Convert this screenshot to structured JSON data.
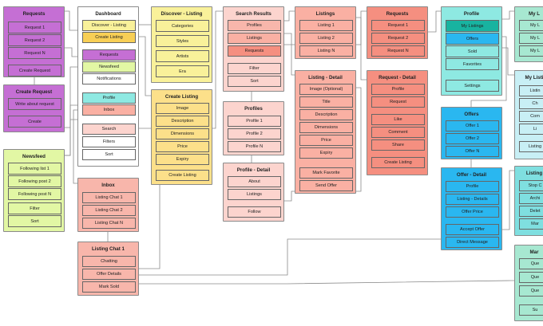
{
  "colors": {
    "purple": "#c56fd4",
    "yellow": "#f9f19a",
    "white": "#ffffff",
    "orange": "#fce08a",
    "orange_hi": "#f8cf55",
    "pink": "#fcd4ce",
    "pink_mid": "#f8b6ab",
    "coral": "#f58f80",
    "salmon": "#fab0a3",
    "teal": "#8ee9e2",
    "teal_dark": "#18b3a0",
    "blue": "#2ab7f0",
    "lime": "#e2f7a4",
    "mint": "#a7e8d1",
    "cyan": "#7fdfe0",
    "lightblue": "#c8eff5",
    "wire": "#8a8a8a"
  },
  "cards": {
    "requests_purple": {
      "title": "Requests",
      "items": [
        "Request 1",
        "Request 2",
        "Request N",
        "Create Request"
      ]
    },
    "create_request": {
      "title": "Create Request",
      "items": [
        "Write about request",
        "Create"
      ]
    },
    "newsfeed": {
      "title": "Newsfeed",
      "items": [
        "Following list 1",
        "Following post 2",
        "Following post N",
        "Filter",
        "Sort"
      ]
    },
    "dashboard": {
      "title": "Dashboard",
      "items": [
        "Discover - Listing",
        "Create Listing",
        "Requests",
        "Newsfeed",
        "Notifications",
        "Profile",
        "Inbox",
        "Search",
        "Filters",
        "Sort"
      ]
    },
    "inbox": {
      "title": "Inbox",
      "items": [
        "Listing Chat 1",
        "Listing Chat 2",
        "Listing Chat N"
      ]
    },
    "listing_chat_1": {
      "title": "Listing Chat 1",
      "items": [
        "Chatting",
        "Offer Details",
        "Mark Sold"
      ]
    },
    "discover_listing": {
      "title": "Discover - Listing",
      "items": [
        "Categories",
        "Styles",
        "Artists",
        "Era"
      ]
    },
    "create_listing": {
      "title": "Create Listing",
      "items": [
        "Image",
        "Description",
        "Dimensions",
        "Price",
        "Expiry",
        "Create Listing"
      ]
    },
    "search_results": {
      "title": "Search Results",
      "items": [
        "Profiles",
        "Listings",
        "Requests",
        "Filter",
        "Sort"
      ]
    },
    "profiles": {
      "title": "Profiles",
      "items": [
        "Profile 1",
        "Profile 2",
        "Profile N"
      ]
    },
    "profile_detail": {
      "title": "Profile - Detail",
      "items": [
        "About",
        "Listings",
        "Follow"
      ]
    },
    "listings": {
      "title": "Listings",
      "items": [
        "Listing 1",
        "Listing 2",
        "Listing N"
      ]
    },
    "listing_detail": {
      "title": "Listing - Detail",
      "items": [
        "Image (Optional)",
        "Title",
        "Description",
        "Dimensions",
        "Price",
        "Expiry",
        "Mark Favorite",
        "Send Offer"
      ]
    },
    "requests_coral": {
      "title": "Requests",
      "items": [
        "Request 1",
        "Request 2",
        "Request N"
      ]
    },
    "request_detail": {
      "title": "Request - Detail",
      "items": [
        "Profile",
        "Request",
        "Like",
        "Comment",
        "Share",
        "Create Listing"
      ]
    },
    "profile": {
      "title": "Profile",
      "items": [
        "My Listings",
        "Offers",
        "Sold",
        "Favorites",
        "Settings"
      ]
    },
    "offers": {
      "title": "Offers",
      "items": [
        "Offer 1",
        "Offer 2",
        "Offer N"
      ]
    },
    "offer_detail": {
      "title": "Offer - Detail",
      "items": [
        "Profile",
        "Listing - Details",
        "Offer Price",
        "Accept Offer",
        "Direct Message"
      ]
    },
    "edge_1": {
      "title": "My L",
      "items": [
        "My L",
        "My L",
        "My L"
      ]
    },
    "edge_2": {
      "title": "My Listi",
      "items": [
        "Listin",
        "Ch",
        "Com",
        "Li",
        "Listing"
      ]
    },
    "edge_3": {
      "title": "Listing",
      "items": [
        "Stop C",
        "Archi",
        "Delet",
        "Mar"
      ]
    },
    "edge_4": {
      "title": "Mar",
      "items": [
        "Que",
        "Que",
        "Que",
        "Su"
      ]
    }
  }
}
